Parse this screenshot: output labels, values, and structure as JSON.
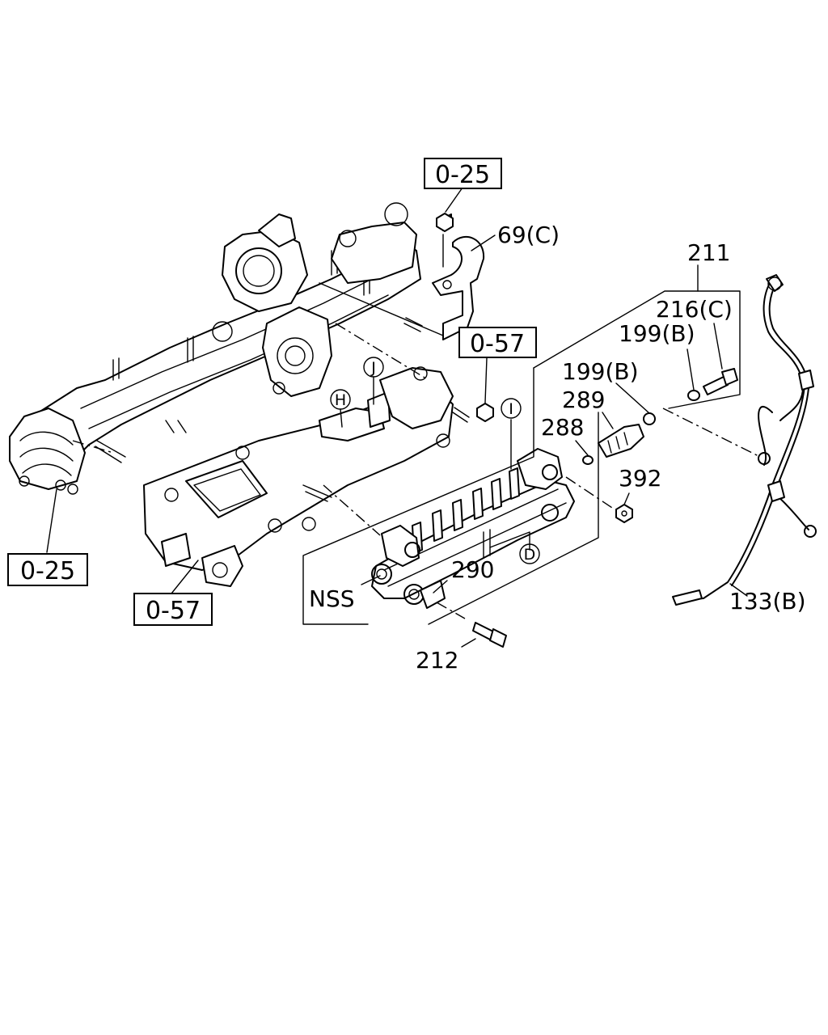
{
  "callouts": {
    "ref_0_25_top": "0-25",
    "ref_0_25_left": "0-25",
    "ref_0_57_mid": "0-57",
    "ref_0_57_bottom": "0-57",
    "p69c": "69(C)",
    "p211": "211",
    "p216c": "216(C)",
    "p199b_a": "199(B)",
    "p199b_b": "199(B)",
    "p289": "289",
    "p288": "288",
    "p392": "392",
    "p290": "290",
    "nss": "NSS",
    "p212": "212",
    "p133b": "133(B)"
  },
  "markers": {
    "h": "H",
    "j": "J",
    "i": "I",
    "d": "D"
  }
}
